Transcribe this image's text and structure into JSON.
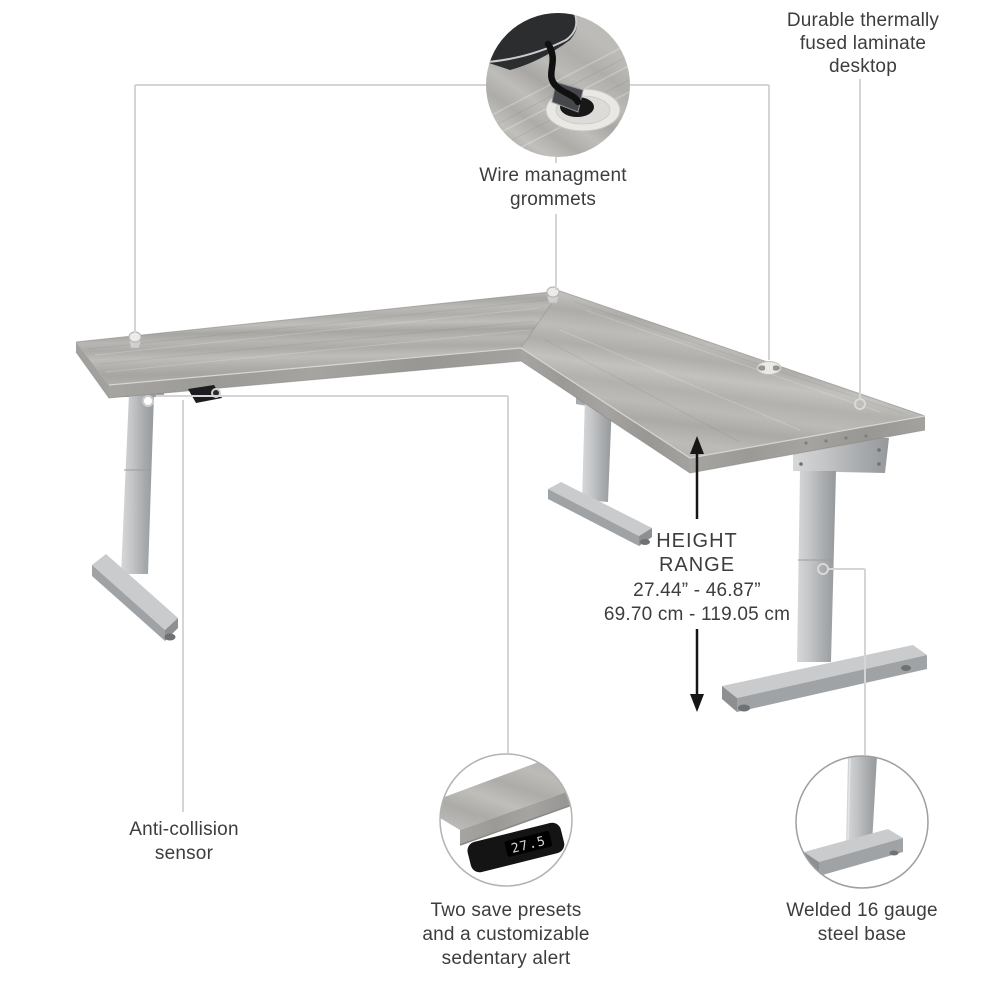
{
  "callouts": {
    "desktop_material": {
      "line1": "Durable thermally",
      "line2": "fused laminate",
      "line3": "desktop"
    },
    "wire_grommets": {
      "line1": "Wire managment",
      "line2": "grommets"
    },
    "height_range": {
      "line1": "HEIGHT",
      "line2": "RANGE",
      "inches": "27.44” - 46.87”",
      "centimeters": "69.70 cm - 119.05 cm"
    },
    "anti_collision": {
      "line1": "Anti-collision",
      "line2": "sensor"
    },
    "save_presets": {
      "line1": "Two save presets",
      "line2": "and a customizable",
      "line3": "sedentary alert"
    },
    "steel_base": {
      "line1": "Welded 16 gauge",
      "line2": "steel base"
    }
  },
  "insets": {
    "grommet_closeup": {
      "icon": "wire-grommet-closeup-photo"
    },
    "control_panel": {
      "icon": "keypad-display-closeup-photo",
      "display_value": "27.5"
    },
    "steel_foot": {
      "icon": "steel-foot-closeup-photo"
    }
  },
  "icons": {
    "grommet_marker": "grommet-marker-icon",
    "callout_anchor": "callout-anchor-circle",
    "height_arrow": "double-headed-arrow-icon",
    "sensor": "anti-collision-sensor-icon"
  },
  "colors": {
    "label_text": "#3d3d3d",
    "callout_line": "#d5d5d5",
    "arrow": "#161616",
    "desk_top": "#b5b3b0",
    "desk_edge": "#a09e9b",
    "leg_silver": "#b7b9bb",
    "panel_black": "#141414",
    "display_digits": "#d4d9dc"
  }
}
